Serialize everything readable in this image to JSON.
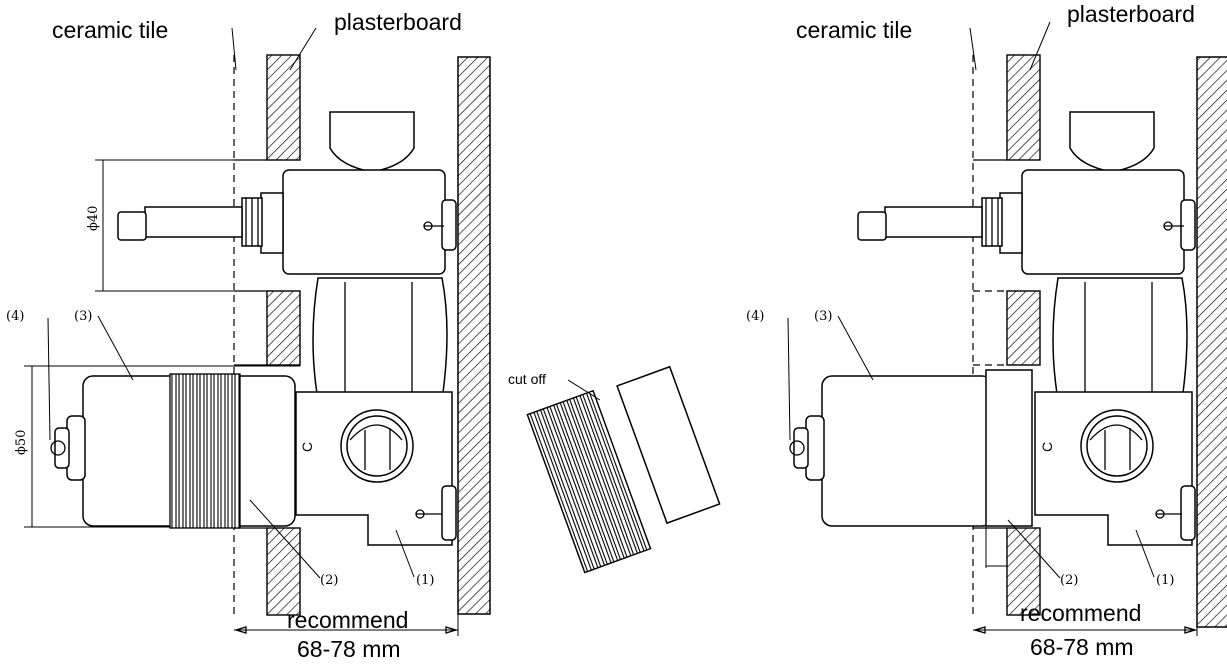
{
  "labels": {
    "ceramic_tile": "ceramic tile",
    "plasterboard": "plasterboard",
    "recommend": "recommend",
    "range": "68-78 mm",
    "cut_off": "cut off",
    "dia40": "ϕ40",
    "dia50": "ϕ50",
    "p1": "(1)",
    "p2": "(2)",
    "p3": "(3)",
    "p4": "(4)",
    "port_mark": "C"
  }
}
